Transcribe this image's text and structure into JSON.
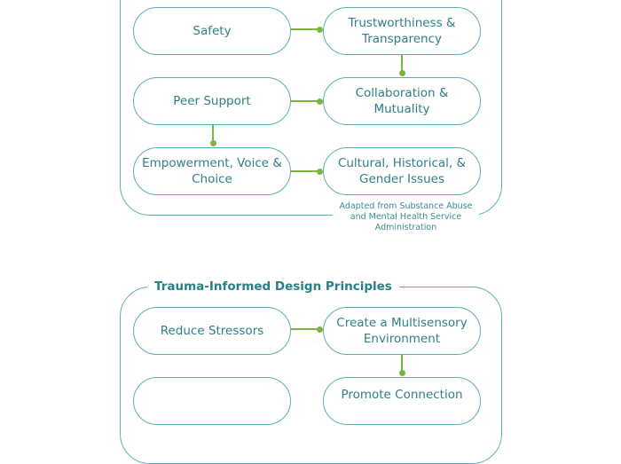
{
  "diagram1": {
    "nodes": [
      {
        "label": "Safety"
      },
      {
        "label": "Trustworthiness & Transparency"
      },
      {
        "label": "Peer Support"
      },
      {
        "label": "Collaboration & Mutuality"
      },
      {
        "label": "Empowerment, Voice & Choice"
      },
      {
        "label": "Cultural, Historical, & Gender Issues"
      }
    ],
    "caption": "Adapted from Substance Abuse and Mental Health Service Administration"
  },
  "diagram2": {
    "title": "Trauma-Informed Design Principles",
    "nodes": [
      {
        "label": "Reduce Stressors"
      },
      {
        "label": "Create a Multisensory Environment"
      },
      {
        "label": ""
      },
      {
        "label": "Promote Connection"
      }
    ]
  },
  "colors": {
    "border": "#5aaeb3",
    "connector": "#7cb342",
    "text": "#2f7f86"
  }
}
